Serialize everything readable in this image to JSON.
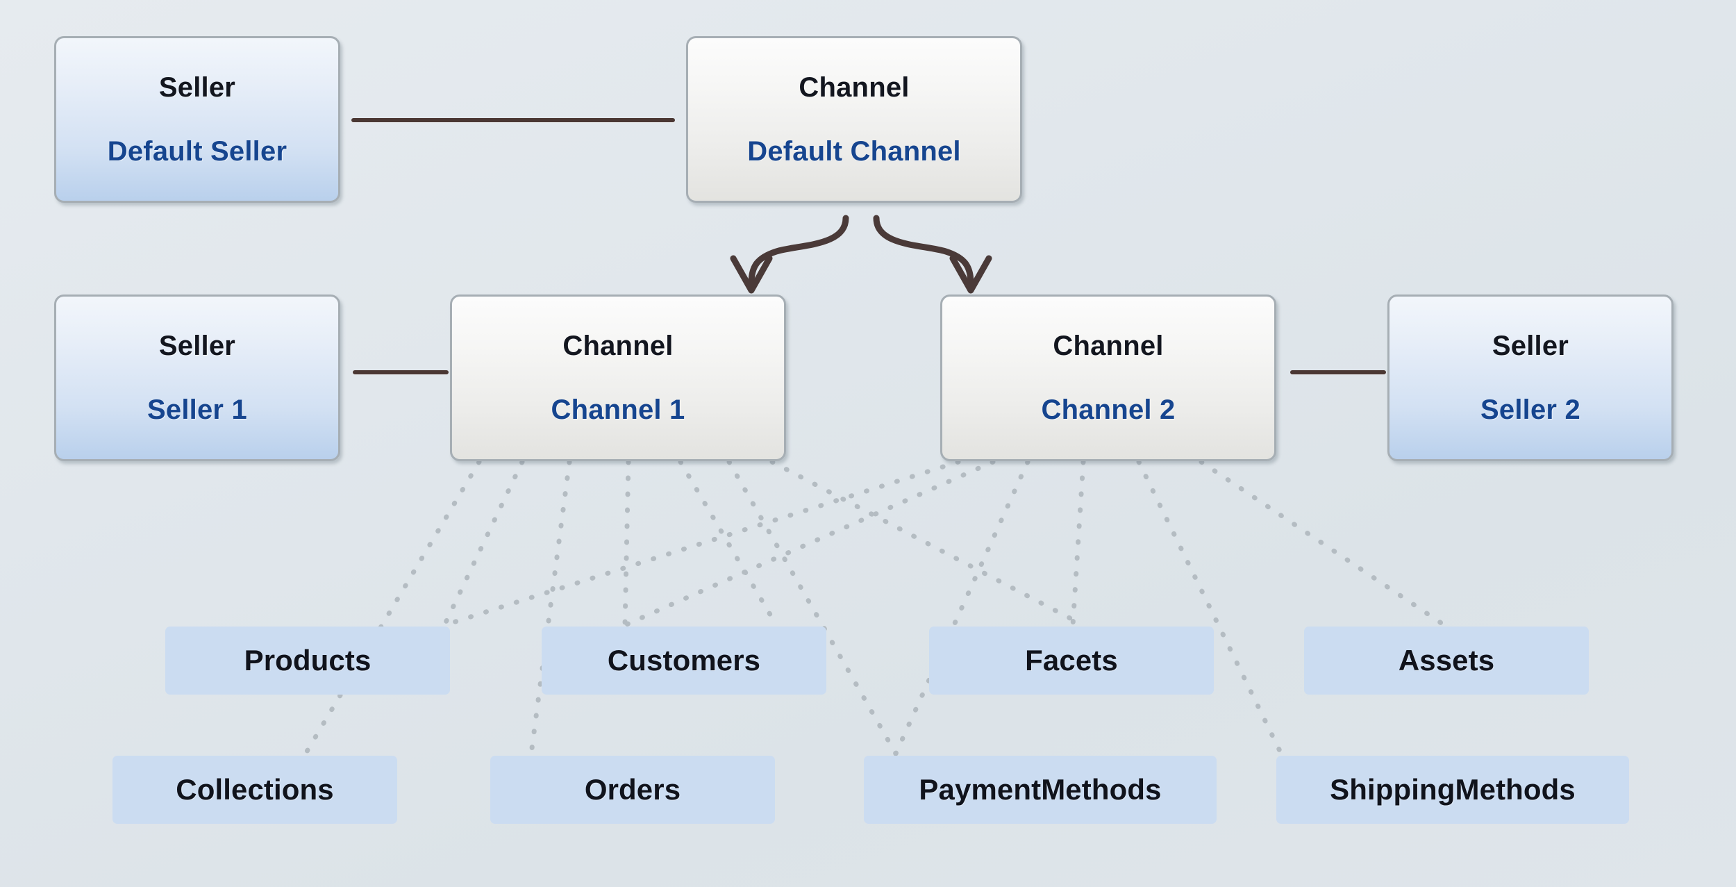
{
  "diagram": {
    "title": "Vendure Channel / Seller entity relationship diagram",
    "background_color": "#e1e7ec",
    "colors": {
      "seller_card_fill": "#d3e1f3",
      "channel_card_fill": "#ececea",
      "card_border": "#a6aeb4",
      "type_label_color": "#13161f",
      "name_label_color": "#16458f",
      "chip_fill": "#cbdcf1",
      "chip_label_color": "#10131c",
      "solid_link_color": "#4a3733",
      "dotted_link_color": "#b4bcc2",
      "arrow_color": "#4a3a38"
    }
  },
  "nodes": {
    "default_seller": {
      "type": "Seller",
      "name": "Default Seller"
    },
    "default_channel": {
      "type": "Channel",
      "name": "Default Channel"
    },
    "seller_1": {
      "type": "Seller",
      "name": "Seller 1"
    },
    "channel_1": {
      "type": "Channel",
      "name": "Channel 1"
    },
    "channel_2": {
      "type": "Channel",
      "name": "Channel 2"
    },
    "seller_2": {
      "type": "Seller",
      "name": "Seller 2"
    }
  },
  "entities": [
    {
      "id": "products",
      "label": "Products"
    },
    {
      "id": "customers",
      "label": "Customers"
    },
    {
      "id": "facets",
      "label": "Facets"
    },
    {
      "id": "assets",
      "label": "Assets"
    },
    {
      "id": "collections",
      "label": "Collections"
    },
    {
      "id": "orders",
      "label": "Orders"
    },
    {
      "id": "payment_methods",
      "label": "PaymentMethods"
    },
    {
      "id": "shipping_methods",
      "label": "ShippingMethods"
    }
  ],
  "connections": {
    "solid_links": [
      {
        "from": "default_seller",
        "to": "default_channel"
      },
      {
        "from": "seller_1",
        "to": "channel_1"
      },
      {
        "from": "channel_2",
        "to": "seller_2"
      }
    ],
    "arrows": [
      {
        "from": "default_channel",
        "to": "channel_1",
        "style": "curved-arrow"
      },
      {
        "from": "default_channel",
        "to": "channel_2",
        "style": "curved-arrow"
      }
    ],
    "dotted_links": [
      {
        "from": "channel_1",
        "to": "products"
      },
      {
        "from": "channel_1",
        "to": "collections"
      },
      {
        "from": "channel_1",
        "to": "customers"
      },
      {
        "from": "channel_1",
        "to": "orders"
      },
      {
        "from": "channel_1",
        "to": "facets"
      },
      {
        "from": "channel_1",
        "to": "payment_methods"
      },
      {
        "from": "channel_1",
        "to": "assets"
      },
      {
        "from": "channel_2",
        "to": "products"
      },
      {
        "from": "channel_2",
        "to": "customers"
      },
      {
        "from": "channel_2",
        "to": "facets"
      },
      {
        "from": "channel_2",
        "to": "assets"
      },
      {
        "from": "channel_2",
        "to": "payment_methods"
      },
      {
        "from": "channel_2",
        "to": "shipping_methods"
      }
    ]
  }
}
